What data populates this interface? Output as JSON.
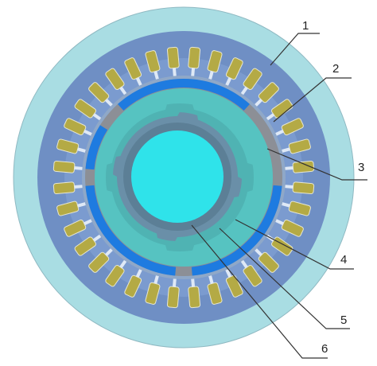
{
  "colors": {
    "outer_ring": "#a9dde3",
    "stator_yoke": "#6f8fc4",
    "slot_fill": "#b4aa45",
    "air_gap": "#8fa8c8",
    "sleeve": "#8c8f96",
    "magnet": "#1e7be0",
    "rotor_core": "#56c3c1",
    "shaft_ring": "#6a8fa8",
    "shaft_core": "#2fe3ea"
  },
  "stator": {
    "slot_count": 36
  },
  "callouts": [
    {
      "id": "c1",
      "label": "1"
    },
    {
      "id": "c2",
      "label": "2"
    },
    {
      "id": "c3",
      "label": "3"
    },
    {
      "id": "c4",
      "label": "4"
    },
    {
      "id": "c5",
      "label": "5"
    },
    {
      "id": "c6",
      "label": "6"
    }
  ]
}
